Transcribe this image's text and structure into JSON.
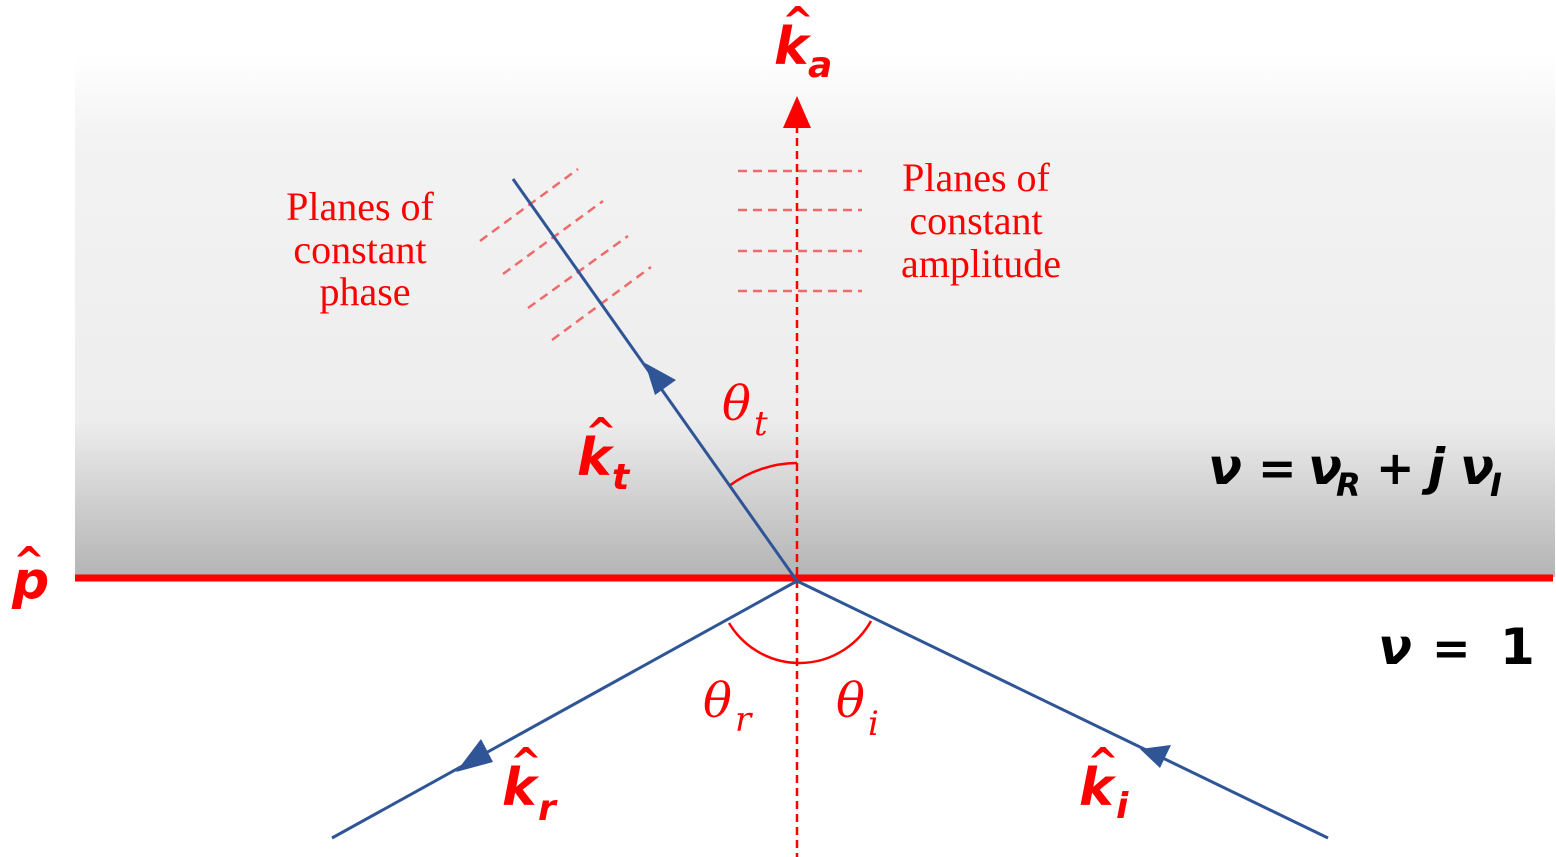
{
  "colors": {
    "interface": "#ff0000",
    "ray": "#2f5597",
    "label_red": "#ff0000",
    "annotation_red": "#f06060",
    "medium_top": "#f2f2f2",
    "medium_bottom": "#b8b8b8",
    "text_dark": "#000000"
  },
  "labels": {
    "k_a": "k",
    "k_a_sub": "a",
    "k_t": "k",
    "k_t_sub": "t",
    "k_r": "k",
    "k_r_sub": "r",
    "k_i": "k",
    "k_i_sub": "i",
    "p": "p",
    "hat": "^",
    "theta_t": "θ",
    "theta_t_sub": "t",
    "theta_r": "θ",
    "theta_r_sub": "r",
    "theta_i": "θ",
    "theta_i_sub": "i"
  },
  "annotations": {
    "phase": [
      "Planes of",
      "constant",
      "phase"
    ],
    "amplitude": [
      "Planes of",
      "constant",
      "amplitude"
    ]
  },
  "media": {
    "upper": {
      "nu": "ν",
      "equals": "=",
      "nu_R": "ν",
      "R": "R",
      "plus": "+",
      "j": "j",
      "nu_I": "ν",
      "I": "I"
    },
    "lower": {
      "nu": "ν",
      "equals": "=",
      "one": "1"
    }
  }
}
